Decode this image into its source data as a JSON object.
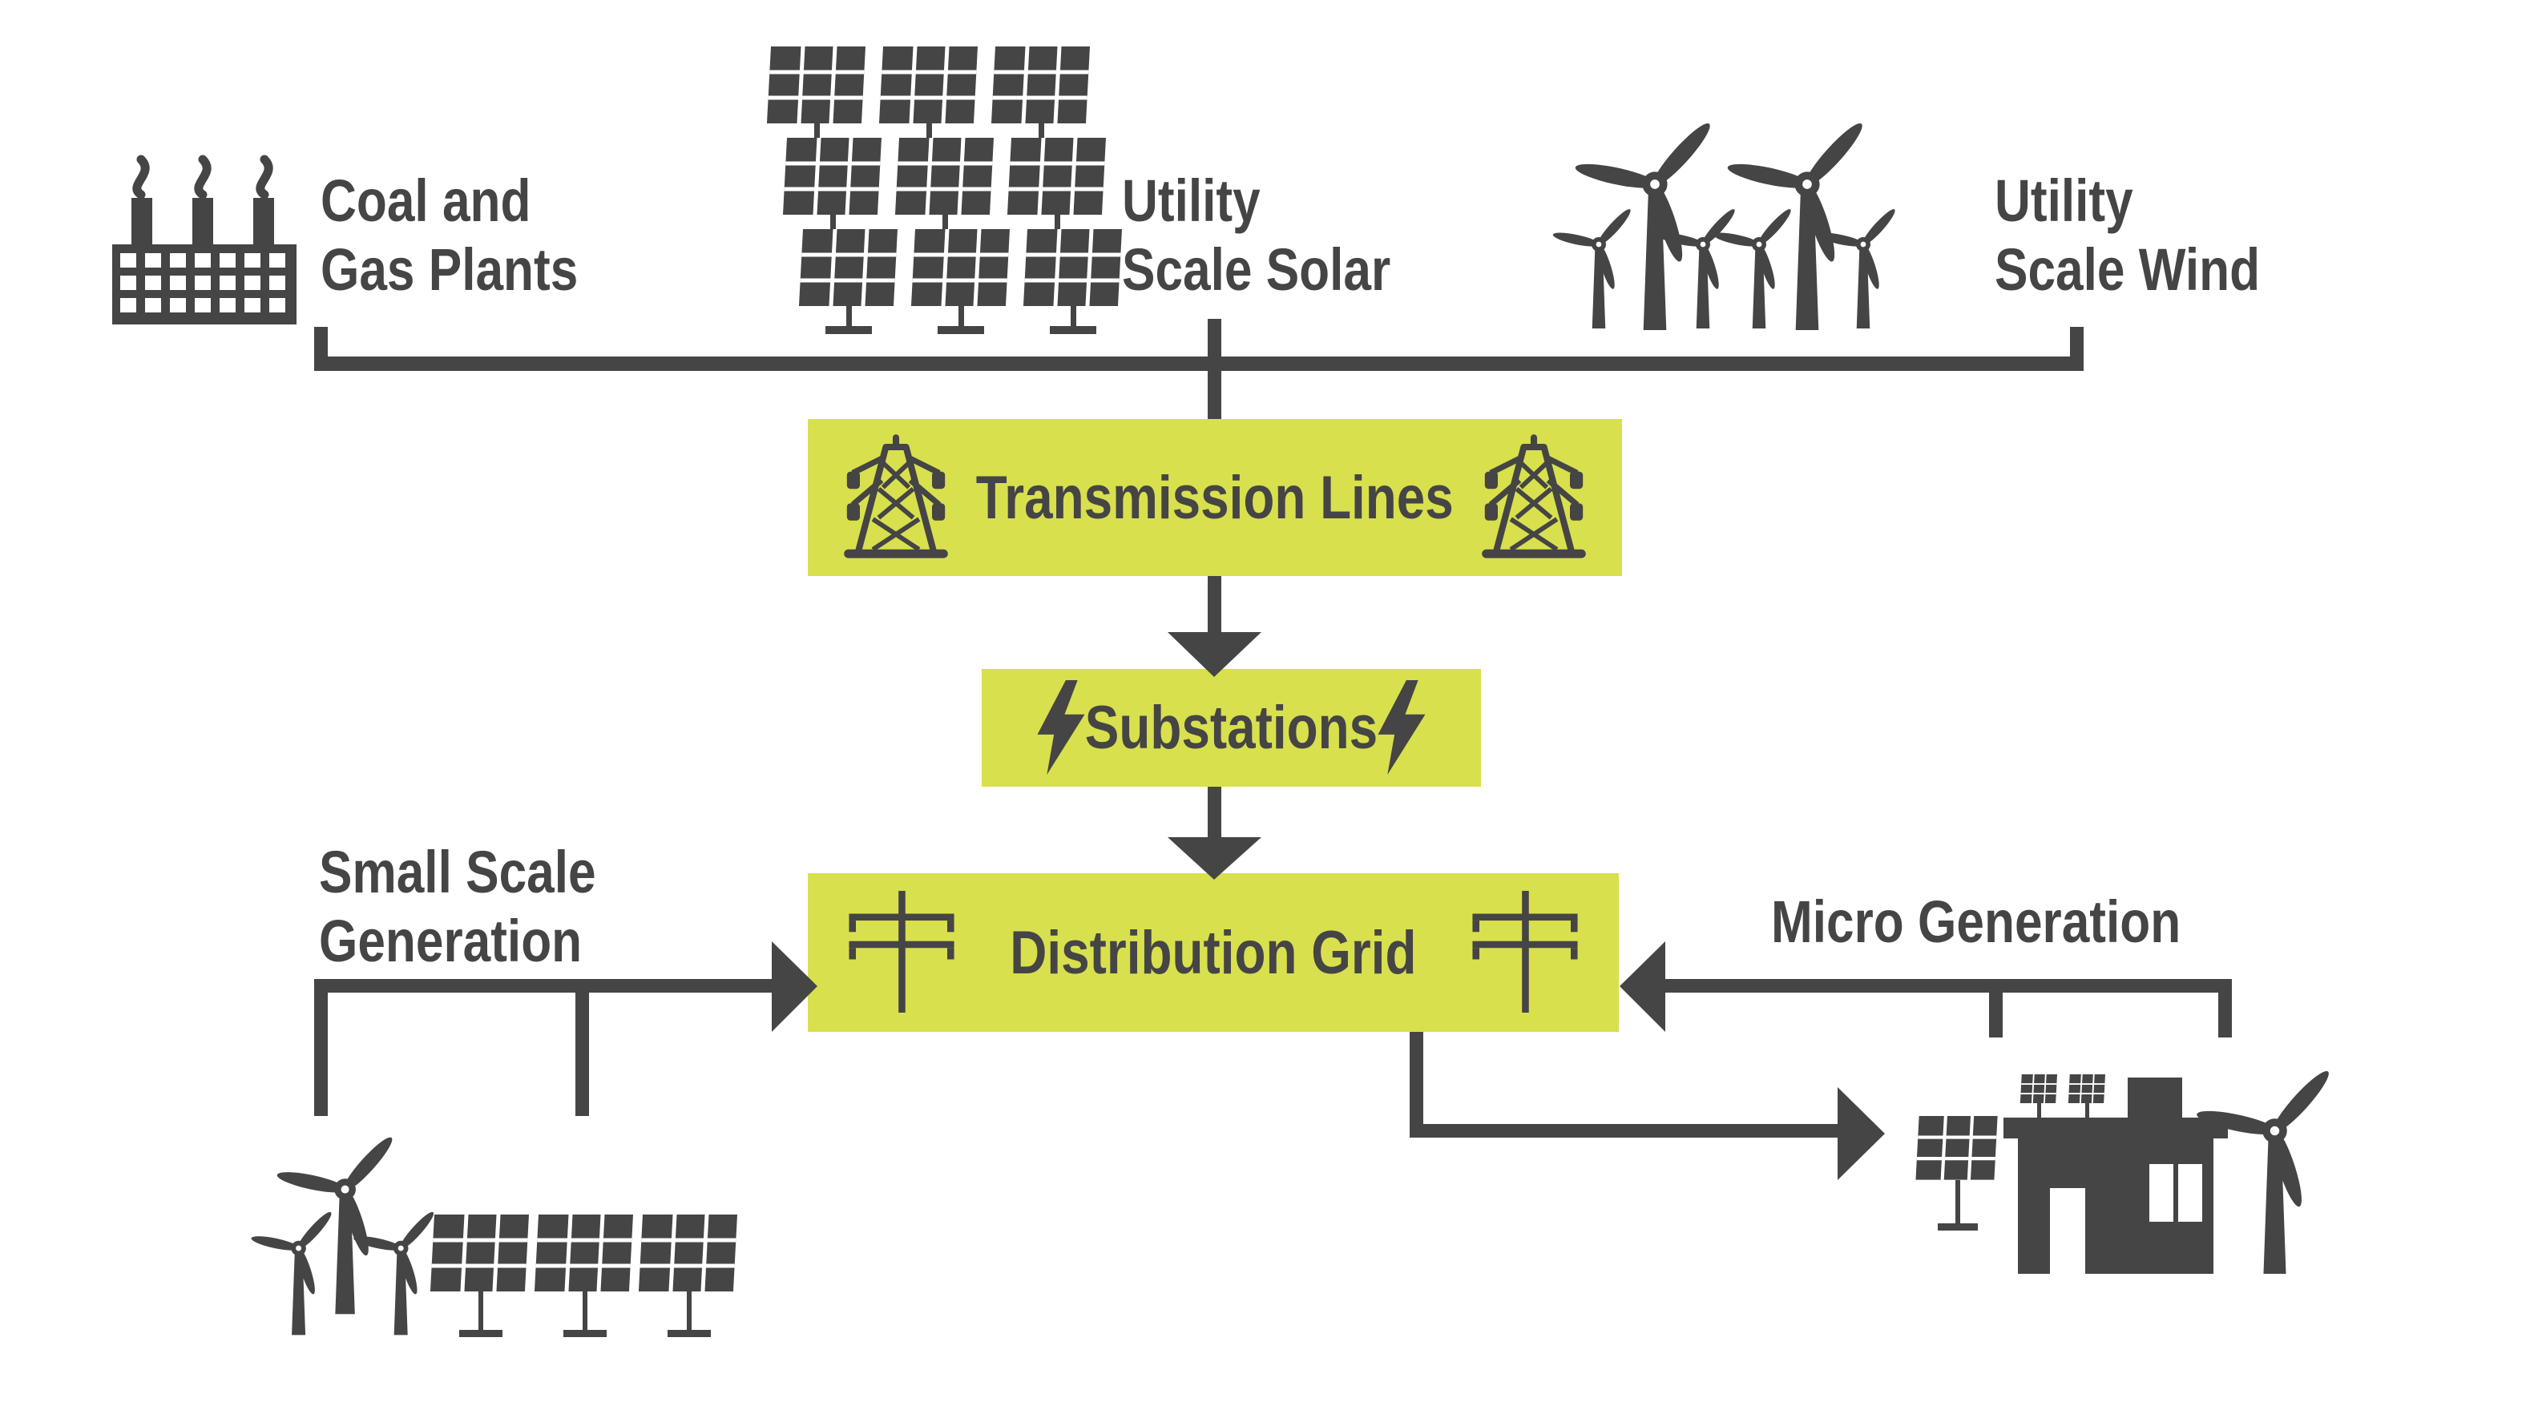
{
  "colors": {
    "accent": "#d8e04e",
    "ink": "#454545",
    "background": "#ffffff"
  },
  "top_sources": {
    "coal_gas": {
      "line1": "Coal and",
      "line2": "Gas Plants",
      "icon": "factory-icon"
    },
    "utility_solar": {
      "line1": "Utility",
      "line2": "Scale Solar",
      "icon": "solar-farm-icon"
    },
    "utility_wind": {
      "line1": "Utility",
      "line2": "Scale Wind",
      "icon": "wind-farm-icon"
    }
  },
  "stages": {
    "transmission": {
      "label": "Transmission Lines",
      "icon": "transmission-tower-icon"
    },
    "substations": {
      "label": "Substations",
      "icon": "lightning-bolt-icon"
    },
    "distribution": {
      "label": "Distribution Grid",
      "icon": "utility-pole-icon"
    }
  },
  "side_sources": {
    "small_scale": {
      "line1": "Small Scale",
      "line2": "Generation",
      "icons": [
        "small-wind-turbines-icon",
        "small-solar-array-icon"
      ]
    },
    "micro": {
      "label": "Micro Generation",
      "icons": [
        "ground-solar-panel-icon",
        "solar-home-icon",
        "home-wind-turbine-icon"
      ]
    }
  }
}
